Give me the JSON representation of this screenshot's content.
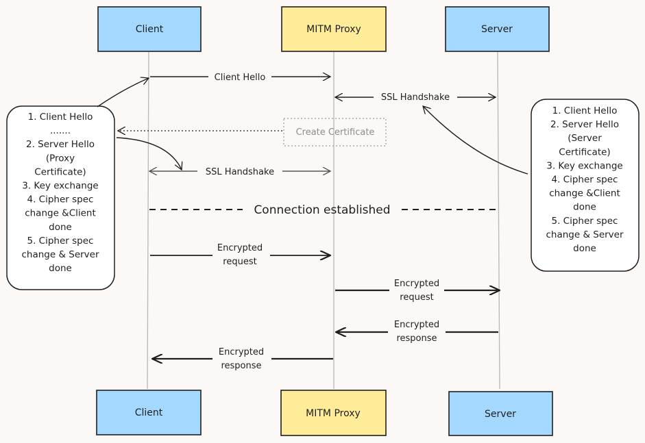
{
  "participants": {
    "client": "Client",
    "proxy": "MITM Proxy",
    "server": "Server"
  },
  "messages": {
    "client_hello": "Client Hello",
    "ssl_handshake_proxy_server": "SSL Handshake",
    "create_certificate": "Create Certificate",
    "ssl_handshake_client_proxy": "SSL Handshake",
    "connection_established": "Connection established",
    "encrypted_request_client": [
      "Encrypted",
      "request"
    ],
    "encrypted_request_proxy": [
      "Encrypted",
      "request"
    ],
    "encrypted_response_server": [
      "Encrypted",
      "response"
    ],
    "encrypted_response_proxy": [
      "Encrypted",
      "response"
    ]
  },
  "notes": {
    "client": [
      "1. Client Hello",
      ".......",
      "2. Server Hello",
      "(Proxy",
      "Certificate)",
      "3. Key exchange",
      "4. Cipher spec",
      "change &Client",
      "done",
      "5. Cipher spec",
      "change & Server",
      "done"
    ],
    "server": [
      "1. Client Hello",
      "2. Server Hello",
      "(Server",
      "Certificate)",
      "3. Key exchange",
      "4. Cipher spec",
      "change &Client",
      "done",
      "5. Cipher spec",
      "change & Server",
      "done"
    ]
  },
  "colors": {
    "participant_blue": "#a5d8ff",
    "participant_yellow": "#ffec99",
    "background": "#fcf8f6",
    "stroke": "#1e1e1e"
  }
}
